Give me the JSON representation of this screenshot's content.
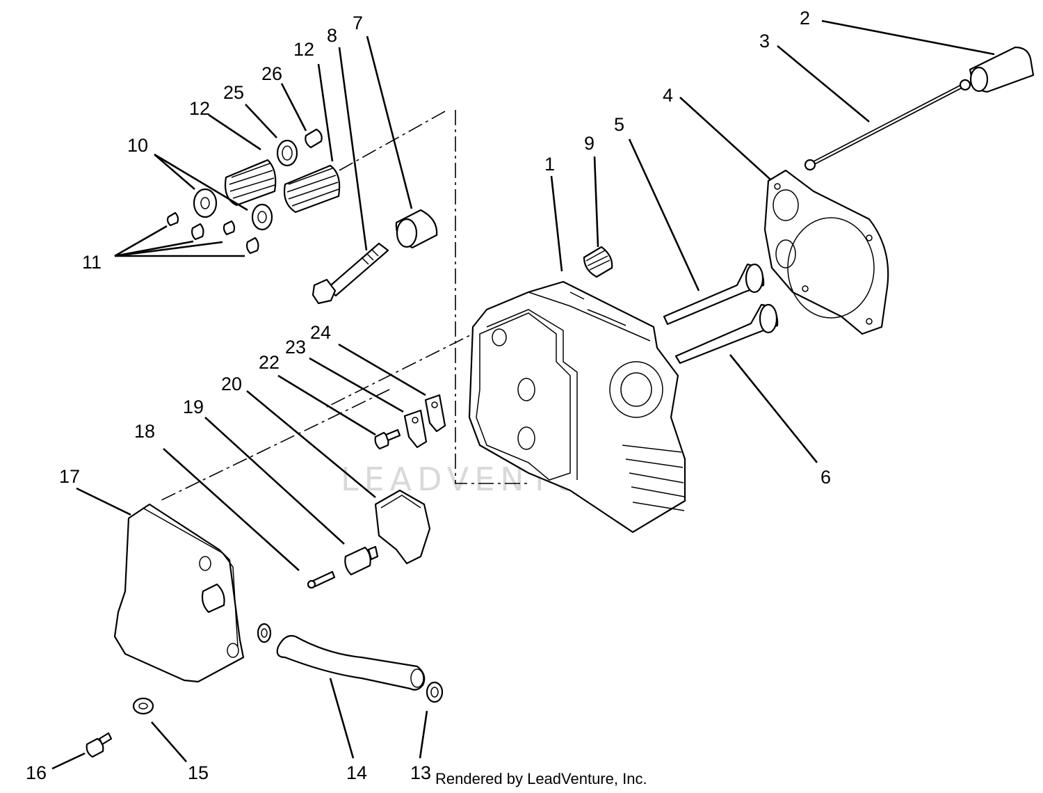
{
  "callouts": [
    {
      "id": "1",
      "text": "1"
    },
    {
      "id": "2",
      "text": "2"
    },
    {
      "id": "3",
      "text": "3"
    },
    {
      "id": "4",
      "text": "4"
    },
    {
      "id": "5",
      "text": "5"
    },
    {
      "id": "6",
      "text": "6"
    },
    {
      "id": "7",
      "text": "7"
    },
    {
      "id": "8",
      "text": "8"
    },
    {
      "id": "9",
      "text": "9"
    },
    {
      "id": "10",
      "text": "10"
    },
    {
      "id": "11",
      "text": "11"
    },
    {
      "id": "12a",
      "text": "12"
    },
    {
      "id": "12b",
      "text": "12"
    },
    {
      "id": "13",
      "text": "13"
    },
    {
      "id": "14",
      "text": "14"
    },
    {
      "id": "15",
      "text": "15"
    },
    {
      "id": "16",
      "text": "16"
    },
    {
      "id": "17",
      "text": "17"
    },
    {
      "id": "18",
      "text": "18"
    },
    {
      "id": "19",
      "text": "19"
    },
    {
      "id": "20",
      "text": "20"
    },
    {
      "id": "22",
      "text": "22"
    },
    {
      "id": "23",
      "text": "23"
    },
    {
      "id": "24",
      "text": "24"
    },
    {
      "id": "25",
      "text": "25"
    },
    {
      "id": "26",
      "text": "26"
    }
  ],
  "watermark": "LEADVENTURE",
  "credit": "Rendered by LeadVenture, Inc."
}
